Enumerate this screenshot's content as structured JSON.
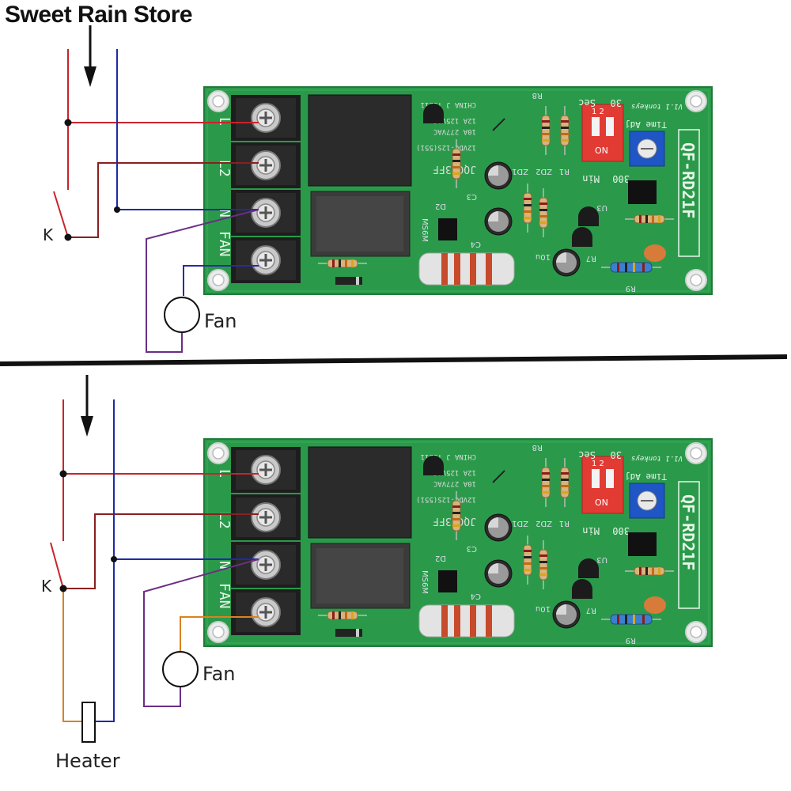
{
  "store_name": "Sweet Rain Store",
  "colors": {
    "live_wire": "#c8242b",
    "switched_wire": "#8a1f1f",
    "neutral_wire": "#1e2aa8",
    "fan_wire": "#6b2d86",
    "load_wire": "#2a2aa8",
    "heater_wire": "#d9821f",
    "pcb": "#2a9a4a",
    "relay": "#2b2b2b",
    "terminal": "#1d1d1d",
    "dip_switch": "#e23b33",
    "trimmer": "#1f55c4",
    "divider": "#111111"
  },
  "top_diagram": {
    "switch_label": "K",
    "load_label": "Fan"
  },
  "bottom_diagram": {
    "switch_label": "K",
    "load_label": "Fan",
    "heater_label": "Heater"
  },
  "board": {
    "model": "QF-RD21F",
    "terminal_labels": [
      "L",
      "L2",
      "N",
      "FAN"
    ],
    "relay_lines": [
      "CHINA J TS211",
      "12A 125VAC",
      "10A 277VAC",
      "12VDC-12S(551)",
      "JQC-3FF"
    ],
    "ssr_label": "MS6M",
    "time_adj_label": "Time Adj",
    "dip_label": "ON",
    "dip_numbers": "1 2",
    "sec_label": "Sec",
    "sec_value": "30",
    "min_label": "Min",
    "min_value": "300",
    "version_label": "V1.1 tonkeys",
    "component_labels": {
      "r8": "R8",
      "zd2": "ZD2",
      "zd1": "ZD1",
      "r1": "R1",
      "r7": "R7",
      "r9": "R9",
      "c3": "C3",
      "c4": "C4",
      "d2": "D2",
      "u3": "U3",
      "cap_value": "10u"
    }
  }
}
